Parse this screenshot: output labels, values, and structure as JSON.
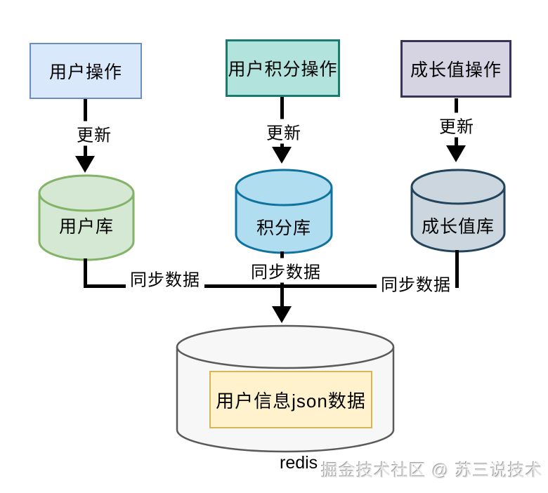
{
  "diagram": {
    "background": "#ffffff",
    "line_color": "#000000",
    "sources": [
      {
        "label": "用户操作",
        "fill": "#dae8fc",
        "border": "#6c8ebf"
      },
      {
        "label": "用户积分操作",
        "fill": "#b2e3dc",
        "border": "#1a7a6d"
      },
      {
        "label": "成长值操作",
        "fill": "#d6d3e3",
        "border": "#37345a"
      }
    ],
    "update_labels": [
      "更新",
      "更新",
      "更新"
    ],
    "databases": [
      {
        "label": "用户库",
        "fill": "#d5e8d4",
        "border": "#82b366"
      },
      {
        "label": "积分库",
        "fill": "#b1ddf0",
        "border": "#10739e"
      },
      {
        "label": "成长值库",
        "fill": "#ccd6de",
        "border": "#23445d"
      }
    ],
    "sync_labels": [
      "同步数据",
      "同步数据",
      "同步数据"
    ],
    "redis": {
      "caption": "redis",
      "fill": "#f7f7f7",
      "border": "#5a5a5a",
      "inner": {
        "label": "用户信息json数据",
        "fill": "#fff2cc",
        "border": "#d6b656"
      }
    },
    "watermark": {
      "text": "掘金技术社区 @ 苏三说技术",
      "color": "#e4e4e4"
    }
  }
}
